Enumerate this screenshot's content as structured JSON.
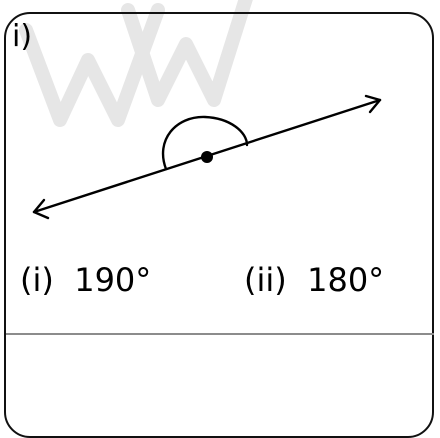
{
  "question": {
    "label": "i)"
  },
  "options": [
    {
      "label": "(i)",
      "value": "190°"
    },
    {
      "label": "(ii)",
      "value": "180°"
    }
  ],
  "colors": {
    "ink": "#000000",
    "divider": "#8c8c8c",
    "watermark": "#e6e6e6"
  }
}
